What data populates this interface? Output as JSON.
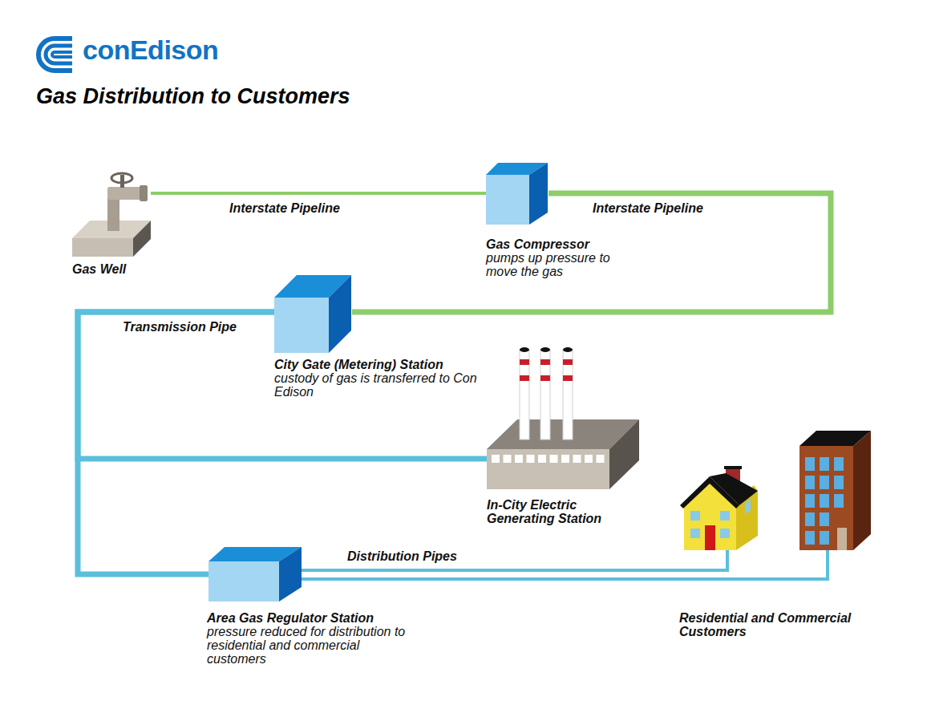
{
  "diagram": {
    "title": "Gas Distribution to Customers",
    "nodes": [
      {
        "text": [
          "Gas Well"
        ]
      },
      {
        "text": [
          "Gas Compressor",
          "pumps up pressure to move the gas"
        ]
      },
      {
        "text": [
          "City Gate (Metering) Station",
          "custody of gas is transferred to Con Edison"
        ]
      },
      {
        "text": [
          "In-City Electric Generating Station"
        ]
      },
      {
        "text": [
          "Area Gas Regulator Station",
          "pressure reduced for distribution to residential and commercial customers"
        ]
      },
      {
        "text": [
          "Residential and Commercial Customers"
        ]
      }
    ],
    "edges": [
      {
        "from": 0,
        "to": 1,
        "arrow": "none",
        "label": "Interstate Pipeline"
      },
      {
        "from": 1,
        "to": 2,
        "arrow": "none",
        "label": "Interstate Pipeline"
      },
      {
        "from": 2,
        "to": 3,
        "arrow": "none",
        "label": "Transmission Pipe"
      },
      {
        "from": 2,
        "to": 4,
        "arrow": "none"
      },
      {
        "from": 4,
        "to": 5,
        "arrow": "none",
        "label": "Distribution Pipes"
      },
      {
        "from": 4,
        "to": 5,
        "arrow": "none"
      }
    ],
    "labels": [
      "conEdison"
    ]
  }
}
